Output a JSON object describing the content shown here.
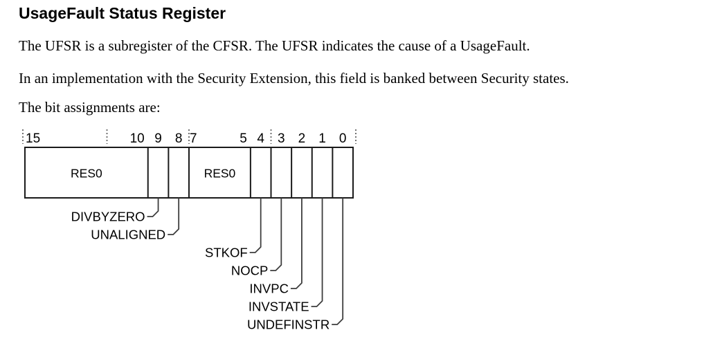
{
  "page": {
    "title": "UsageFault Status Register",
    "paragraphs": [
      "The UFSR is a subregister of the CFSR. The UFSR indicates the cause of a UsageFault.",
      "In an implementation with the Security Extension, this field is banked between Security states.",
      "The bit assignments are:"
    ]
  },
  "diagram": {
    "register_name": "UFSR",
    "register_width_bits": 16,
    "high_bit": 15,
    "cells": [
      {
        "hi": 15,
        "lo": 10,
        "label": "RES0"
      },
      {
        "hi": 9,
        "lo": 9,
        "label": ""
      },
      {
        "hi": 8,
        "lo": 8,
        "label": ""
      },
      {
        "hi": 7,
        "lo": 5,
        "label": "RES0"
      },
      {
        "hi": 4,
        "lo": 4,
        "label": ""
      },
      {
        "hi": 3,
        "lo": 3,
        "label": ""
      },
      {
        "hi": 2,
        "lo": 2,
        "label": ""
      },
      {
        "hi": 1,
        "lo": 1,
        "label": ""
      },
      {
        "hi": 0,
        "lo": 0,
        "label": ""
      }
    ],
    "bit_numbers_visible": [
      "15",
      "10",
      "9",
      "8",
      "7",
      "5",
      "4",
      "3",
      "2",
      "1",
      "0"
    ],
    "callouts": [
      {
        "bit": 9,
        "label": "DIVBYZERO"
      },
      {
        "bit": 8,
        "label": "UNALIGNED"
      },
      {
        "bit": 4,
        "label": "STKOF"
      },
      {
        "bit": 3,
        "label": "NOCP"
      },
      {
        "bit": 2,
        "label": "INVPC"
      },
      {
        "bit": 1,
        "label": "INVSTATE"
      },
      {
        "bit": 0,
        "label": "UNDEFINSTR"
      }
    ],
    "colors": {
      "line": "#1a1a1a",
      "leader": "#3d3d3d",
      "tick": "#707070",
      "text": "#000000",
      "cell_fill": "#ffffff"
    }
  }
}
